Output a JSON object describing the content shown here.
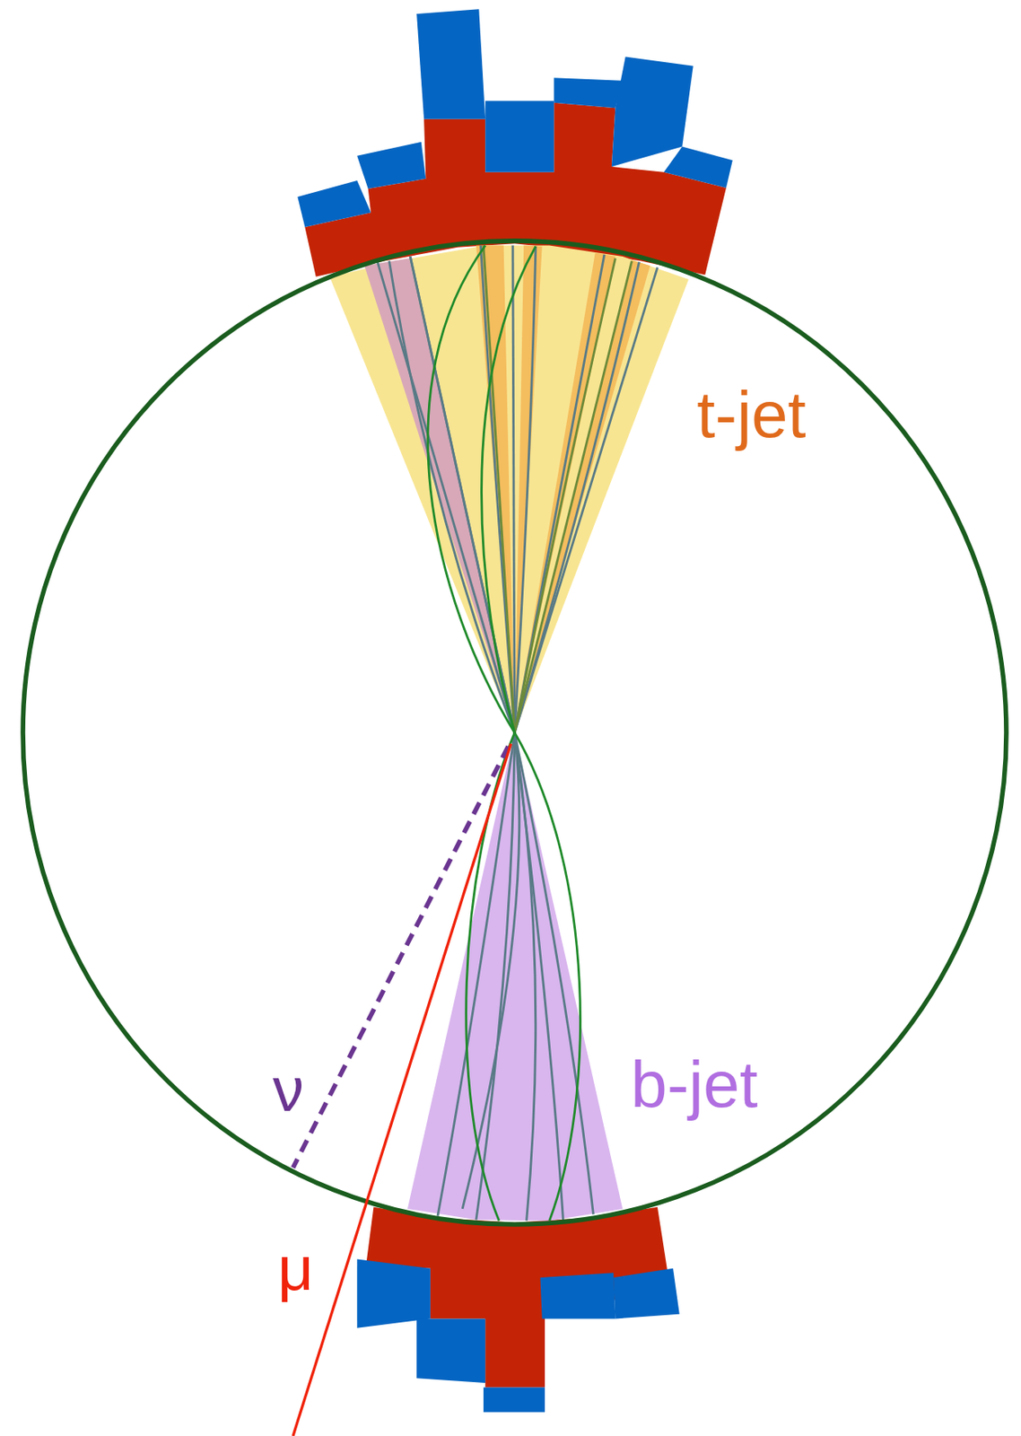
{
  "diagram": {
    "labels": [
      "t-jet",
      "b-jet",
      "ν",
      "μ"
    ]
  }
}
